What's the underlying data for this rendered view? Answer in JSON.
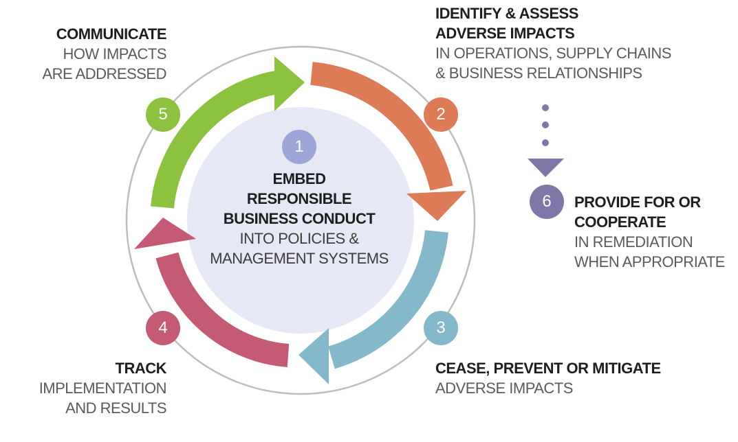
{
  "center": {
    "number": "1",
    "bold_lines": [
      "EMBED",
      "RESPONSIBLE",
      "BUSINESS CONDUCT"
    ],
    "thin_lines": [
      "INTO POLICIES &",
      "MANAGEMENT SYSTEMS"
    ]
  },
  "steps": [
    {
      "number": "2",
      "bold_lines": [
        "IDENTIFY & ASSESS",
        "ADVERSE IMPACTS"
      ],
      "thin_lines": [
        "IN OPERATIONS, SUPPLY CHAINS",
        "& BUSINESS RELATIONSHIPS"
      ],
      "color": "#dc7b56"
    },
    {
      "number": "3",
      "bold_lines": [
        "CEASE, PREVENT OR MITIGATE"
      ],
      "thin_lines": [
        "ADVERSE IMPACTS"
      ],
      "color": "#84b9cb"
    },
    {
      "number": "4",
      "bold_lines": [
        "TRACK"
      ],
      "thin_lines": [
        "IMPLEMENTATION",
        "AND RESULTS"
      ],
      "color": "#c45a74"
    },
    {
      "number": "5",
      "bold_lines": [
        "COMMUNICATE"
      ],
      "thin_lines": [
        "HOW IMPACTS",
        "ARE ADDRESSED"
      ],
      "color": "#8cc23e"
    },
    {
      "number": "6",
      "bold_lines": [
        "PROVIDE FOR OR",
        "COOPERATE"
      ],
      "thin_lines": [
        "IN REMEDIATION",
        "WHEN APPROPRIATE"
      ],
      "color": "#7f77a8"
    }
  ],
  "colors": {
    "center_fill": "#e6e8f5",
    "center_badge": "#9ea6d8",
    "ring": "#bdbdbd",
    "dots": "#7f77a8"
  }
}
